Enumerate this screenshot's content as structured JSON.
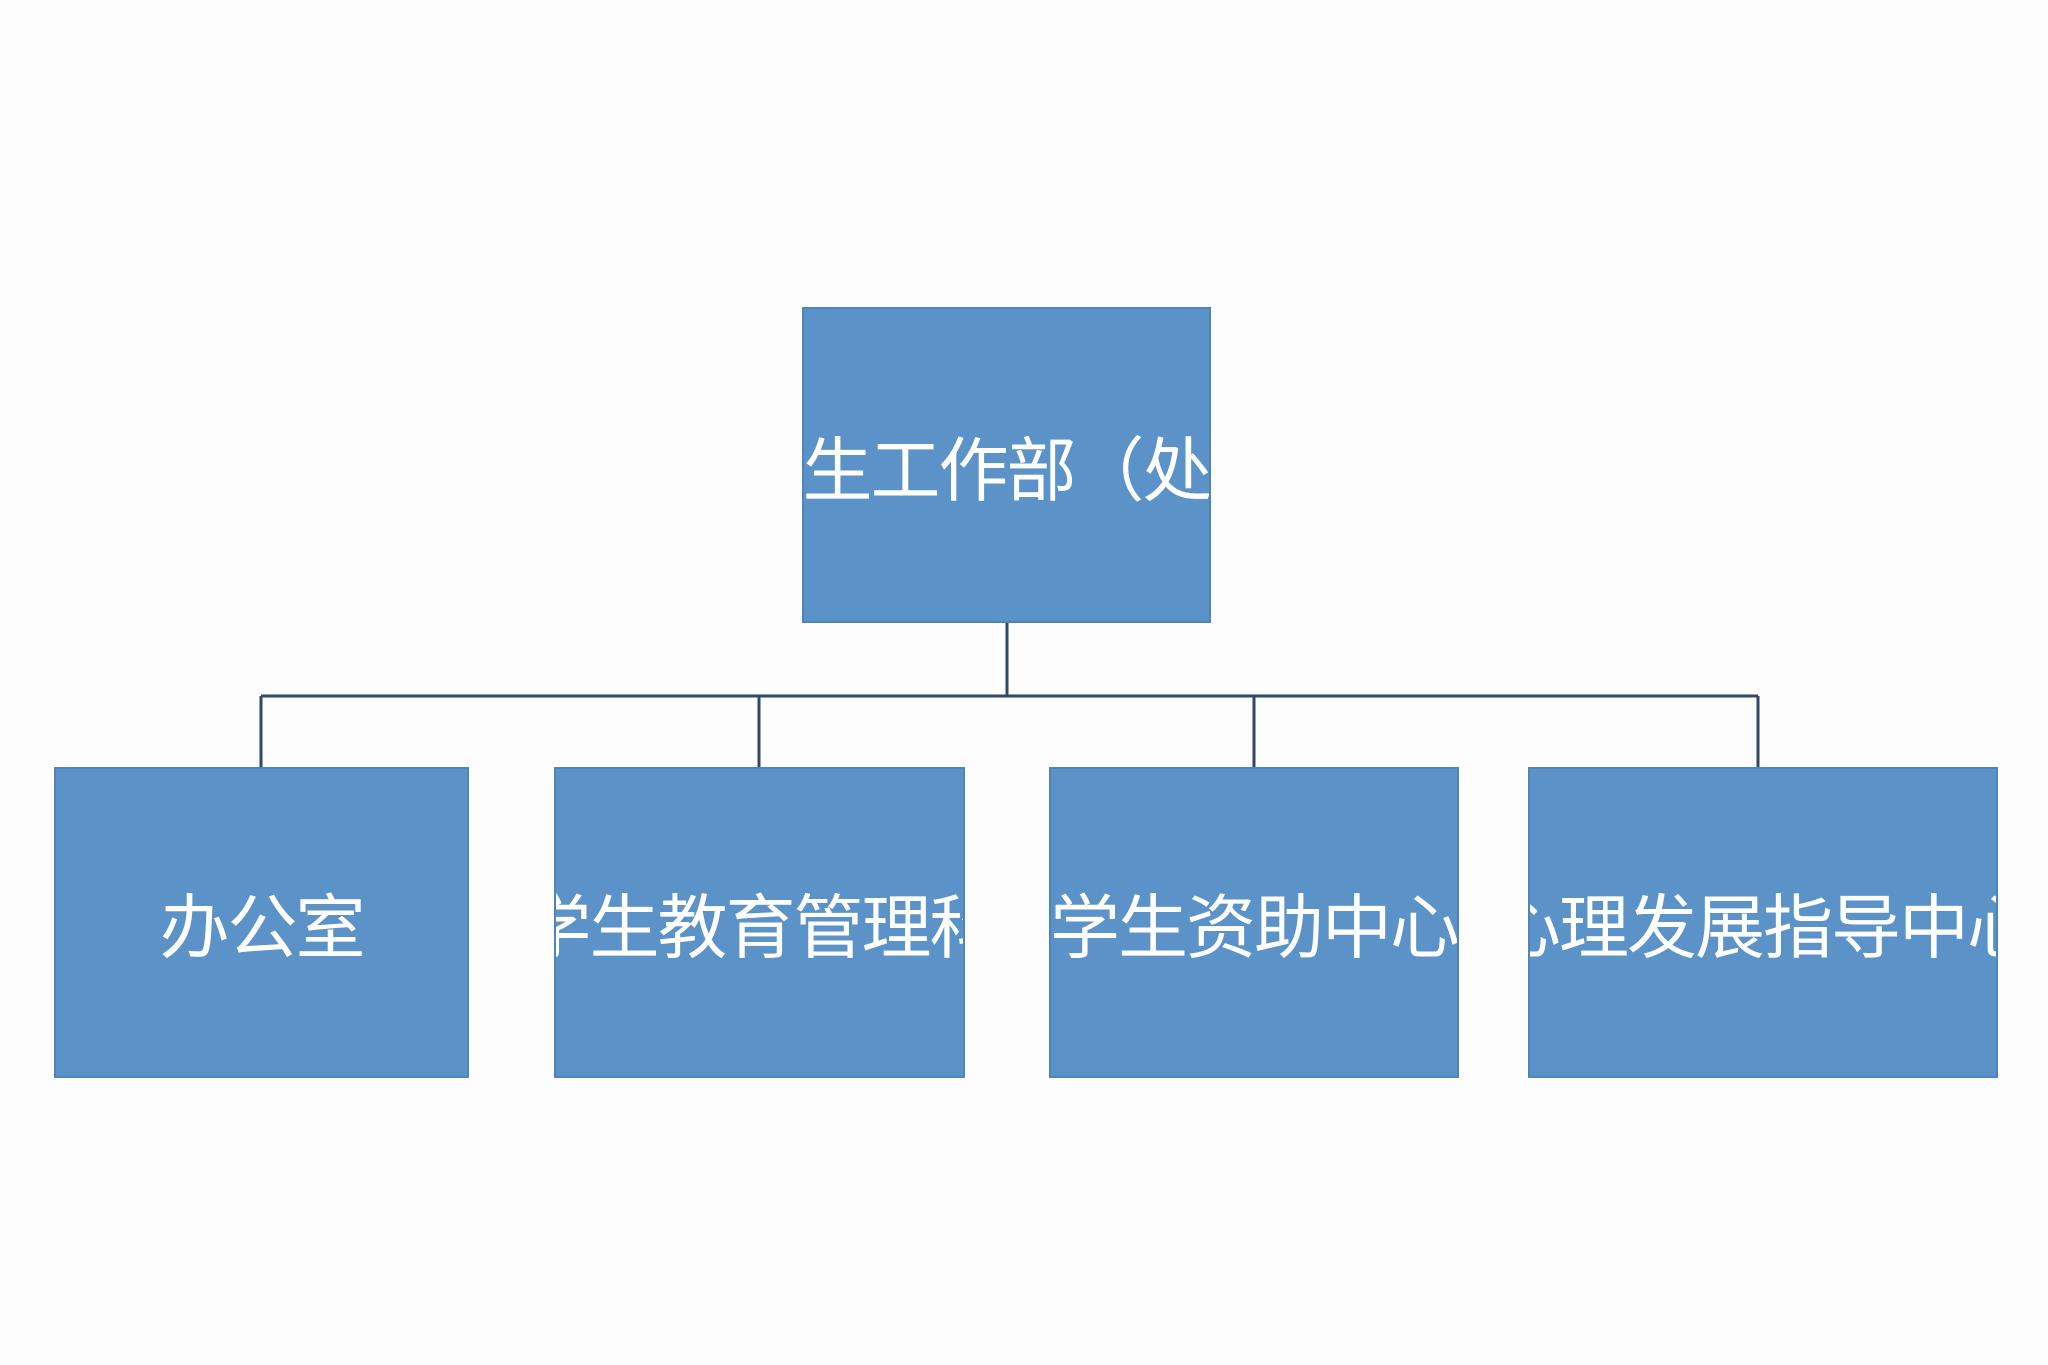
{
  "org_chart": {
    "root": {
      "label": "学生工作部（处）"
    },
    "children": [
      {
        "label": "办公室"
      },
      {
        "label": "学生教育管理科"
      },
      {
        "label": "学生资助中心"
      },
      {
        "label": "心理发展指导中心"
      }
    ]
  },
  "colors": {
    "box_fill": "#5b93c9",
    "box_text": "#ffffff",
    "connector": "#2f4a66",
    "background": "#fdfdfd"
  }
}
